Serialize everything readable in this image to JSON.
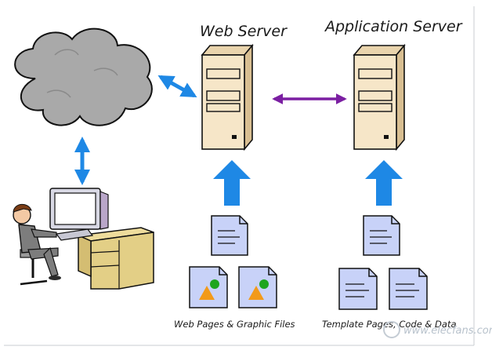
{
  "titles": {
    "web_server": "Web Server",
    "app_server": "Application Server"
  },
  "captions": {
    "web_files": "Web Pages & Graphic Files",
    "app_files": "Template Pages, Code & Data"
  },
  "watermark": {
    "text": "www.elecfans.com"
  },
  "colors": {
    "blue_arrow": "#1e88e5",
    "purple_arrow": "#7b1fa2",
    "cloud": "#a9a9a9",
    "server": "#f6e6c8",
    "doc": "#c8d2f8",
    "desk": "#e3cf86"
  }
}
